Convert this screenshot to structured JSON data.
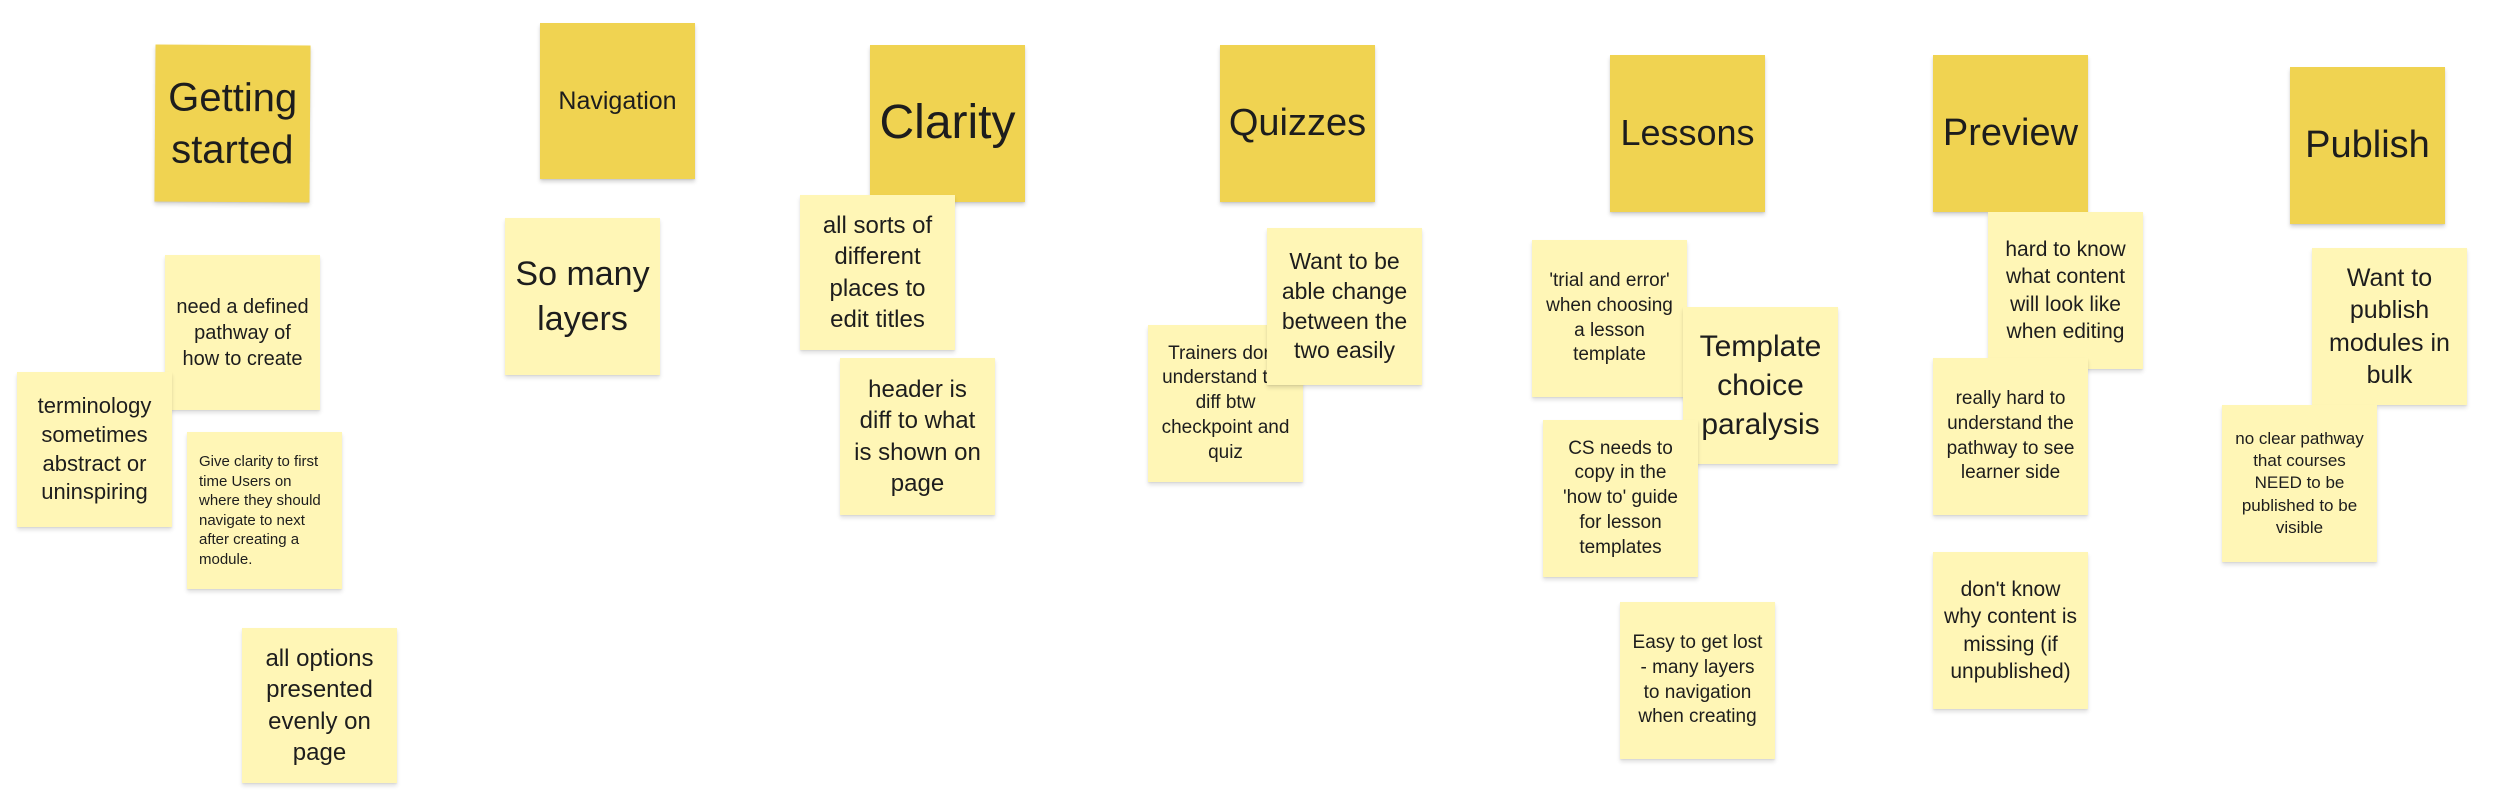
{
  "board": {
    "headers": {
      "getting_started": "Getting started",
      "navigation": "Navigation",
      "clarity": "Clarity",
      "quizzes": "Quizzes",
      "lessons": "Lessons",
      "preview": "Preview",
      "publish": "Publish"
    },
    "getting_started": {
      "defined_pathway": "need a defined pathway of how to create",
      "terminology": "terminology sometimes abstract or uninspiring",
      "clarity_first_time": "Give clarity to first time Users on where they should navigate to next after creating a module.",
      "options_evenly": "all options presented evenly on page"
    },
    "navigation": {
      "many_layers": "So many layers"
    },
    "clarity": {
      "edit_titles": "all sorts of different places to edit titles",
      "header_diff": "header is diff to what is shown on page"
    },
    "quizzes": {
      "trainers_diff": "Trainers don't understand the diff btw checkpoint and quiz",
      "change_between": "Want to be able change between the two easily"
    },
    "lessons": {
      "trial_error": "'trial and error' when choosing a lesson template",
      "template_paralysis": "Template choice paralysis",
      "cs_copy": "CS needs to copy in the 'how to' guide for lesson templates",
      "easy_lost": "Easy to get lost - many layers to navigation when creating"
    },
    "preview": {
      "hard_to_know": "hard to know what content will look like when editing",
      "learner_side": "really hard to understand the pathway to see learner side",
      "content_missing": "don't know why content is missing (if unpublished)"
    },
    "publish": {
      "bulk": "Want to publish modules in bulk",
      "no_pathway": "no clear pathway that courses NEED to be published to be visible"
    },
    "colors": {
      "header_note": "#f0d351",
      "sticky_note": "#fff6b6",
      "background": "#ffffff"
    }
  }
}
